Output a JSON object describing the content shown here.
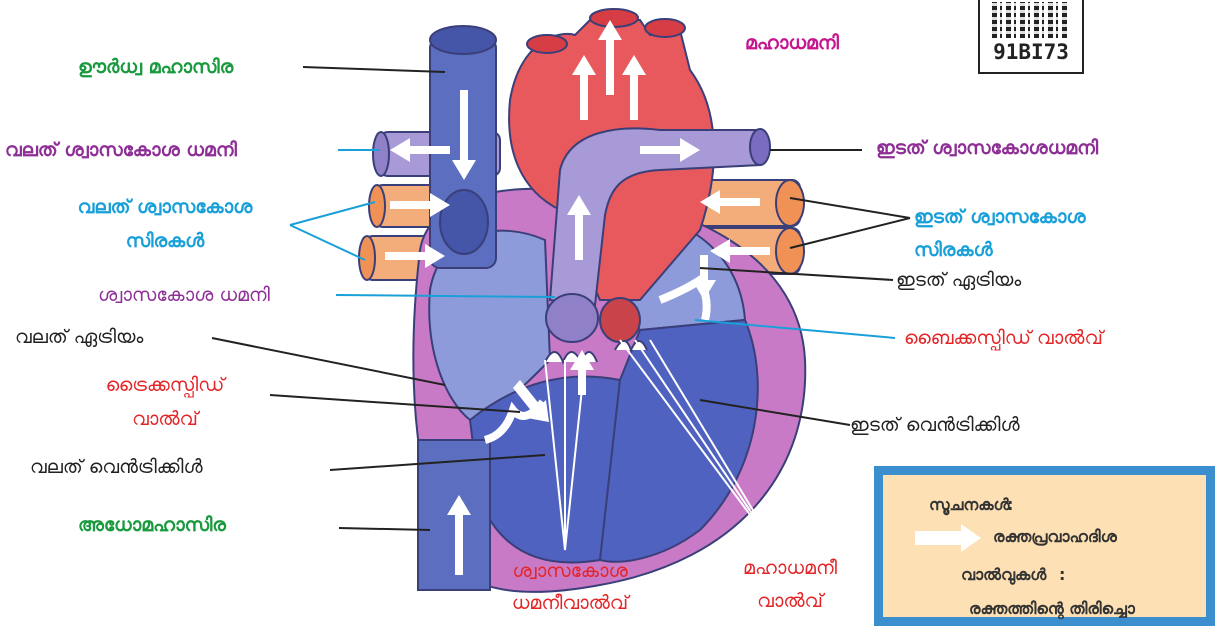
{
  "qr": {
    "id": "91BI73"
  },
  "labels": {
    "superior_vena_cava": "ഊർധ്വ മഹാസിര",
    "aorta": "മഹാധമനി",
    "right_pulmonary_artery": "വലത് ശ്വാസകോശ ധമനി",
    "left_pulmonary_artery": "ഇടത് ശ്വാസകോശധമനി",
    "right_pulmonary_veins_l1": "വലത് ശ്വാസകോശ",
    "right_pulmonary_veins_l2": "സിരകൾ",
    "left_pulmonary_veins_l1": "ഇടത് ശ്വാസകോശ",
    "left_pulmonary_veins_l2": "സിരകൾ",
    "pulmonary_artery": "ശ്വാസകോശ ധമനി",
    "left_atrium": "ഇടത് ഏട്രിയം",
    "right_atrium": "വലത് ഏട്രിയം",
    "bicuspid_valve": "ബൈക്കസ്പിഡ് വാൽവ്",
    "tricuspid_valve_l1": "ട്രൈക്കസ്പിഡ്",
    "tricuspid_valve_l2": "വാൽവ്",
    "left_ventricle": "ഇടത് വെൻട്രിക്കിൾ",
    "right_ventricle": "വലത് വെൻട്രിക്കിൾ",
    "inferior_vena_cava": "അധോമഹാസിര",
    "pulmonary_valve_l1": "ശ്വാസകോശ",
    "pulmonary_valve_l2": "ധമനീവാൽവ്",
    "aortic_valve_l1": "മഹാധമനീ",
    "aortic_valve_l2": "വാൽവ്"
  },
  "legend": {
    "title": "സൂചനകൾ",
    "colon": ":",
    "arrow_meaning": "രക്തപ്രവാഹദിശ",
    "valves": "വാൽവുകൾ",
    "valves_colon": ":",
    "valves_meaning": "രക്തത്തിന്റെ തിരിച്ചൊ"
  },
  "colors": {
    "green": "#1a9a3f",
    "magenta": "#c4168f",
    "purple": "#8e2f96",
    "blue": "#1aa0d8",
    "red": "#e42528",
    "black": "#222222",
    "vein_blue": "#5b6ec0",
    "artery_red": "#e8595e",
    "pulmonary_purple": "#a79ad6",
    "pulmonary_vein_orange": "#f3ad7a",
    "heart_wall": "#c97ac6"
  }
}
